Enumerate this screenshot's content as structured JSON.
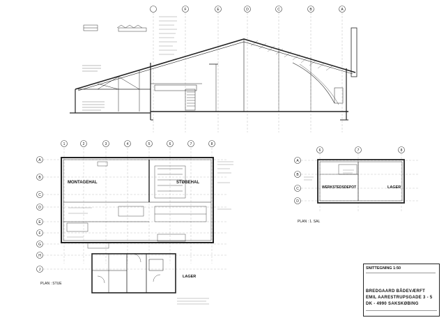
{
  "section": {
    "grid_labels": [
      "F",
      "E",
      "D",
      "C",
      "B",
      "A"
    ]
  },
  "plan_main": {
    "title": "PLAN : STUE",
    "column_labels": [
      "1",
      "2",
      "3",
      "4",
      "5",
      "6",
      "7",
      "8"
    ],
    "row_labels": [
      "A",
      "B",
      "C",
      "D",
      "E",
      "F",
      "G",
      "H",
      "J"
    ],
    "rooms": {
      "montagehal": "MONTAGEHAL",
      "stobehal": "STØBEHAL",
      "lager": "LAGER"
    }
  },
  "plan_upper": {
    "title": "PLAN : 1. SAL",
    "column_labels": [
      "6",
      "7",
      "8"
    ],
    "row_labels": [
      "A",
      "B",
      "C",
      "D"
    ],
    "rooms": {
      "werkstedsdepot": "WERKSTEDSDEPOT",
      "lager": "LAGER"
    }
  },
  "title_block": {
    "drawing_title": "SNITTEGNING 1:50",
    "project_name": "BREDGAARD BÅDEVÆRFT",
    "address": "EMIL AARESTRUPSGADE 3 - 5",
    "city": "DK - 4990 SAKSKØBING"
  }
}
